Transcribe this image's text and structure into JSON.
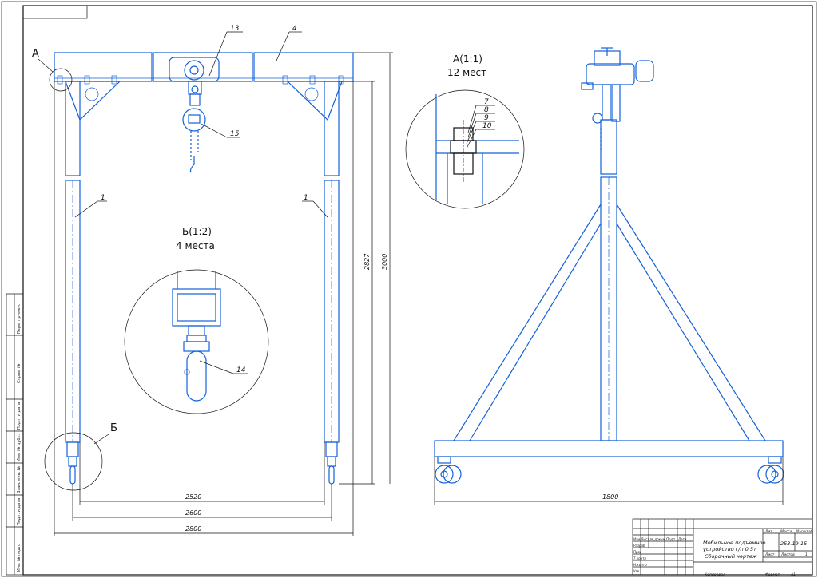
{
  "views": {
    "detail_a": {
      "letter": "А",
      "title": "А(1:1)",
      "count": "12 мест"
    },
    "detail_b": {
      "letter": "Б",
      "title": "Б(1:2)",
      "count": "4 места"
    }
  },
  "callouts": {
    "c1a": "1",
    "c1b": "1",
    "c4": "4",
    "c13": "13",
    "c14": "14",
    "c15": "15",
    "c7": "7",
    "c8": "8",
    "c9": "9",
    "c10": "10"
  },
  "dimensions": {
    "d2520": "2520",
    "d2600": "2600",
    "d2800": "2800",
    "d2827": "2827",
    "d3000": "3000",
    "d1800": "1800"
  },
  "title_block": {
    "name_line1": "Мобильное подъемное",
    "name_line2": "устройство г/п 0,5т",
    "name_line3": "Сборочный чертеж",
    "designation": "253.19",
    "scale": "15",
    "col_lit": "Лит",
    "col_mass": "Масса",
    "col_scale": "Масштаб",
    "sheet": "Лист",
    "sheets": "Листов",
    "sheets_count": "1",
    "rows": [
      "Изм Лист",
      "№ докум",
      "Подп",
      "Дата"
    ],
    "roles": [
      "Разраб",
      "Пров",
      "Т.контр",
      "Н.контр",
      "Утв"
    ],
    "copied": "Копировал",
    "format": "Формат",
    "format_val": "А1"
  },
  "left_strip": [
    "Перв. примен.",
    "Справ. №",
    "Подп. и дата",
    "Инв. № дубл.",
    "Взам. инв. №",
    "Подп. и дата",
    "Инв. № подл."
  ]
}
